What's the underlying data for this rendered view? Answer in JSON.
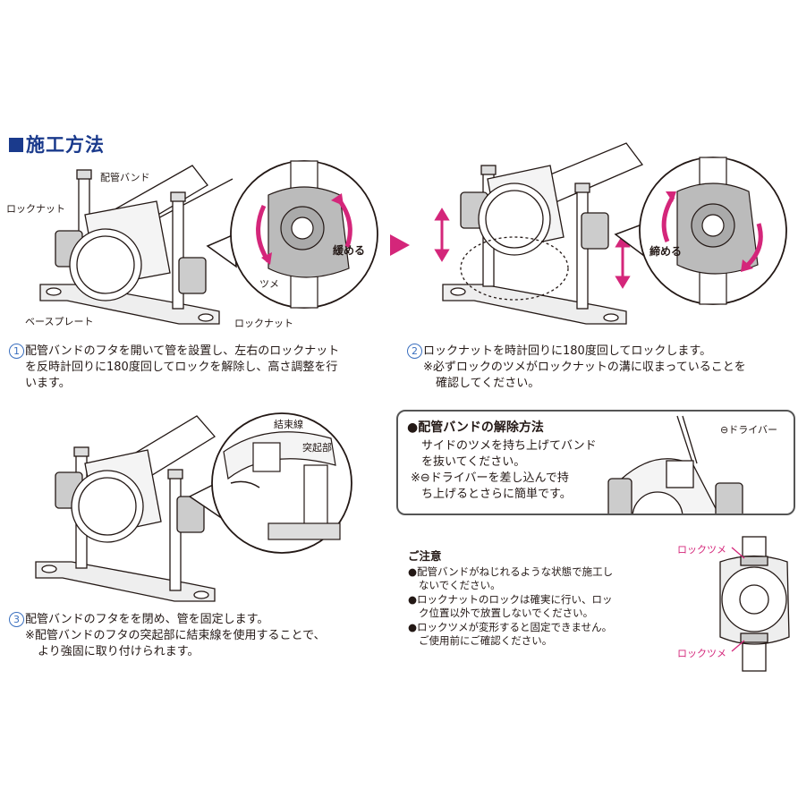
{
  "title": "施工方法",
  "fig1": {
    "label_band": "配管バンド",
    "label_locknut_left": "ロックナット",
    "label_baseplate": "ベースプレート",
    "label_locknut_right": "ロックナット",
    "label_tsume": "ツメ",
    "label_loosen": "緩める"
  },
  "fig2": {
    "label_tighten": "締める"
  },
  "fig3": {
    "label_tie": "結束線",
    "label_protrusion": "突起部"
  },
  "steps": [
    {
      "num": "1",
      "lines": [
        "配管バンドのフタを開いて管を設置し、左右のロックナット",
        "を反時計回りに180度回してロックを解除し、高さ調整を行",
        "います。"
      ]
    },
    {
      "num": "2",
      "lines": [
        "ロックナットを時計回りに180度回してロックします。",
        "※必ずロックのツメがロックナットの溝に収まっていることを",
        "確認してください。"
      ]
    },
    {
      "num": "3",
      "lines": [
        "配管バンドのフタをを閉め、管を固定します。",
        "※配管バンドのフタの突起部に結束線を使用することで、",
        "より強固に取り付けられます。"
      ]
    }
  ],
  "release": {
    "title": "●配管バンドの解除方法",
    "lines": [
      "サイドのツメを持ち上げてバンド",
      "を抜いてください。",
      "※⊖ドライバーを差し込んで持",
      "ち上げるとさらに簡単です。"
    ],
    "driver_label": "⊖ドライバー"
  },
  "caution": {
    "title": "ご注意",
    "items": [
      [
        "●配管バンドがねじれるような状態で施工し",
        "ないでください。"
      ],
      [
        "●ロックナットのロックは確実に行い、ロッ",
        "ク位置以外で放置しないでください。"
      ],
      [
        "●ロックツメが変形すると固定できません。",
        "ご使用前にご確認ください。"
      ]
    ],
    "lock_tsume_top": "ロックツメ",
    "lock_tsume_bottom": "ロックツメ"
  },
  "colors": {
    "accent_pink": "#d4267a",
    "title_blue": "#1a3a8c",
    "step_blue": "#3a6fbf"
  }
}
